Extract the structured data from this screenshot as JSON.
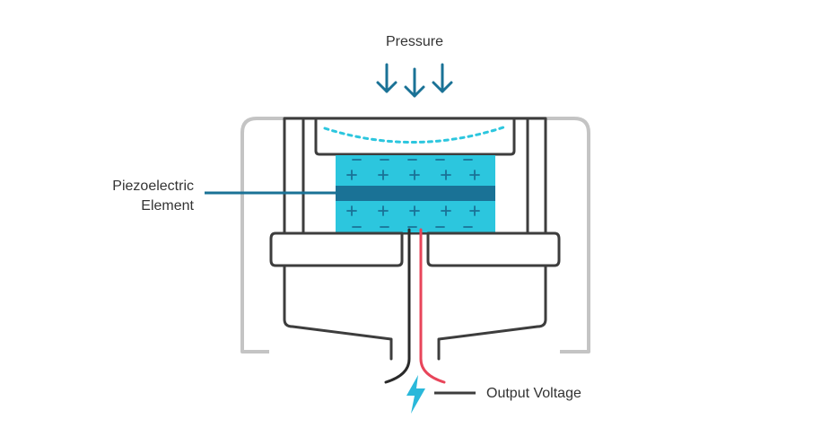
{
  "labels": {
    "pressure": "Pressure",
    "element_line1": "Piezoelectric",
    "element_line2": "Element",
    "output": "Output Voltage"
  },
  "colors": {
    "housing_outer": "#c4c4c4",
    "housing_inner": "#3d3d3d",
    "accent": "#1a7296",
    "crystal": "#2cc6de",
    "crystal_band": "#1a7296",
    "wire_red": "#e8455a",
    "wire_black": "#2a2a2a",
    "lightning": "#2ab8da",
    "text": "#333333"
  },
  "icons": {
    "pressure": "arrow-down-icon",
    "output": "lightning-icon"
  }
}
